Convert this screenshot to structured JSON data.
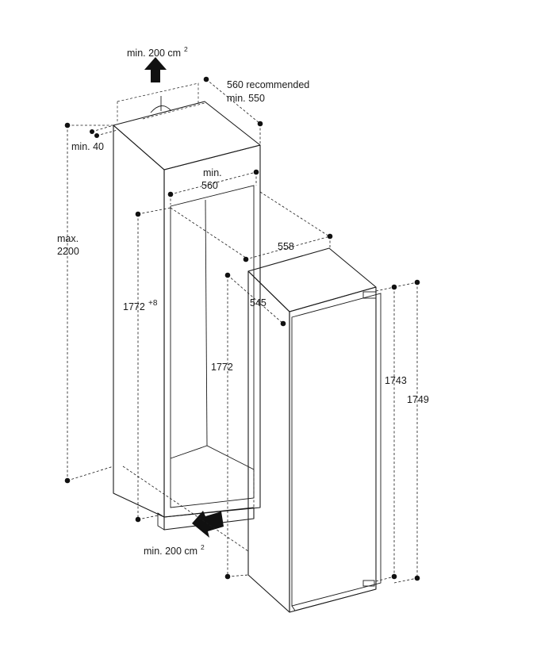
{
  "colors": {
    "line": "#1a1a1a",
    "fill": "#ffffff",
    "arrow": "#111111"
  },
  "labels": {
    "vent_top": "min. 200 cm",
    "vent_top_sup": "2",
    "depth_recommended": "560 recommended",
    "depth_min": "min. 550",
    "gap_min": "min. 40",
    "height_max_1": "max.",
    "height_max_2": "2200",
    "width_min_1": "min.",
    "width_min_2": "560",
    "niche_height": "1772",
    "niche_height_sup": "+8",
    "appliance_width": "558",
    "appliance_depth": "545",
    "appliance_height": "1772",
    "door_height_1": "1743",
    "door_height_2": "1749",
    "vent_bottom": "min. 200 cm",
    "vent_bottom_sup": "2"
  }
}
